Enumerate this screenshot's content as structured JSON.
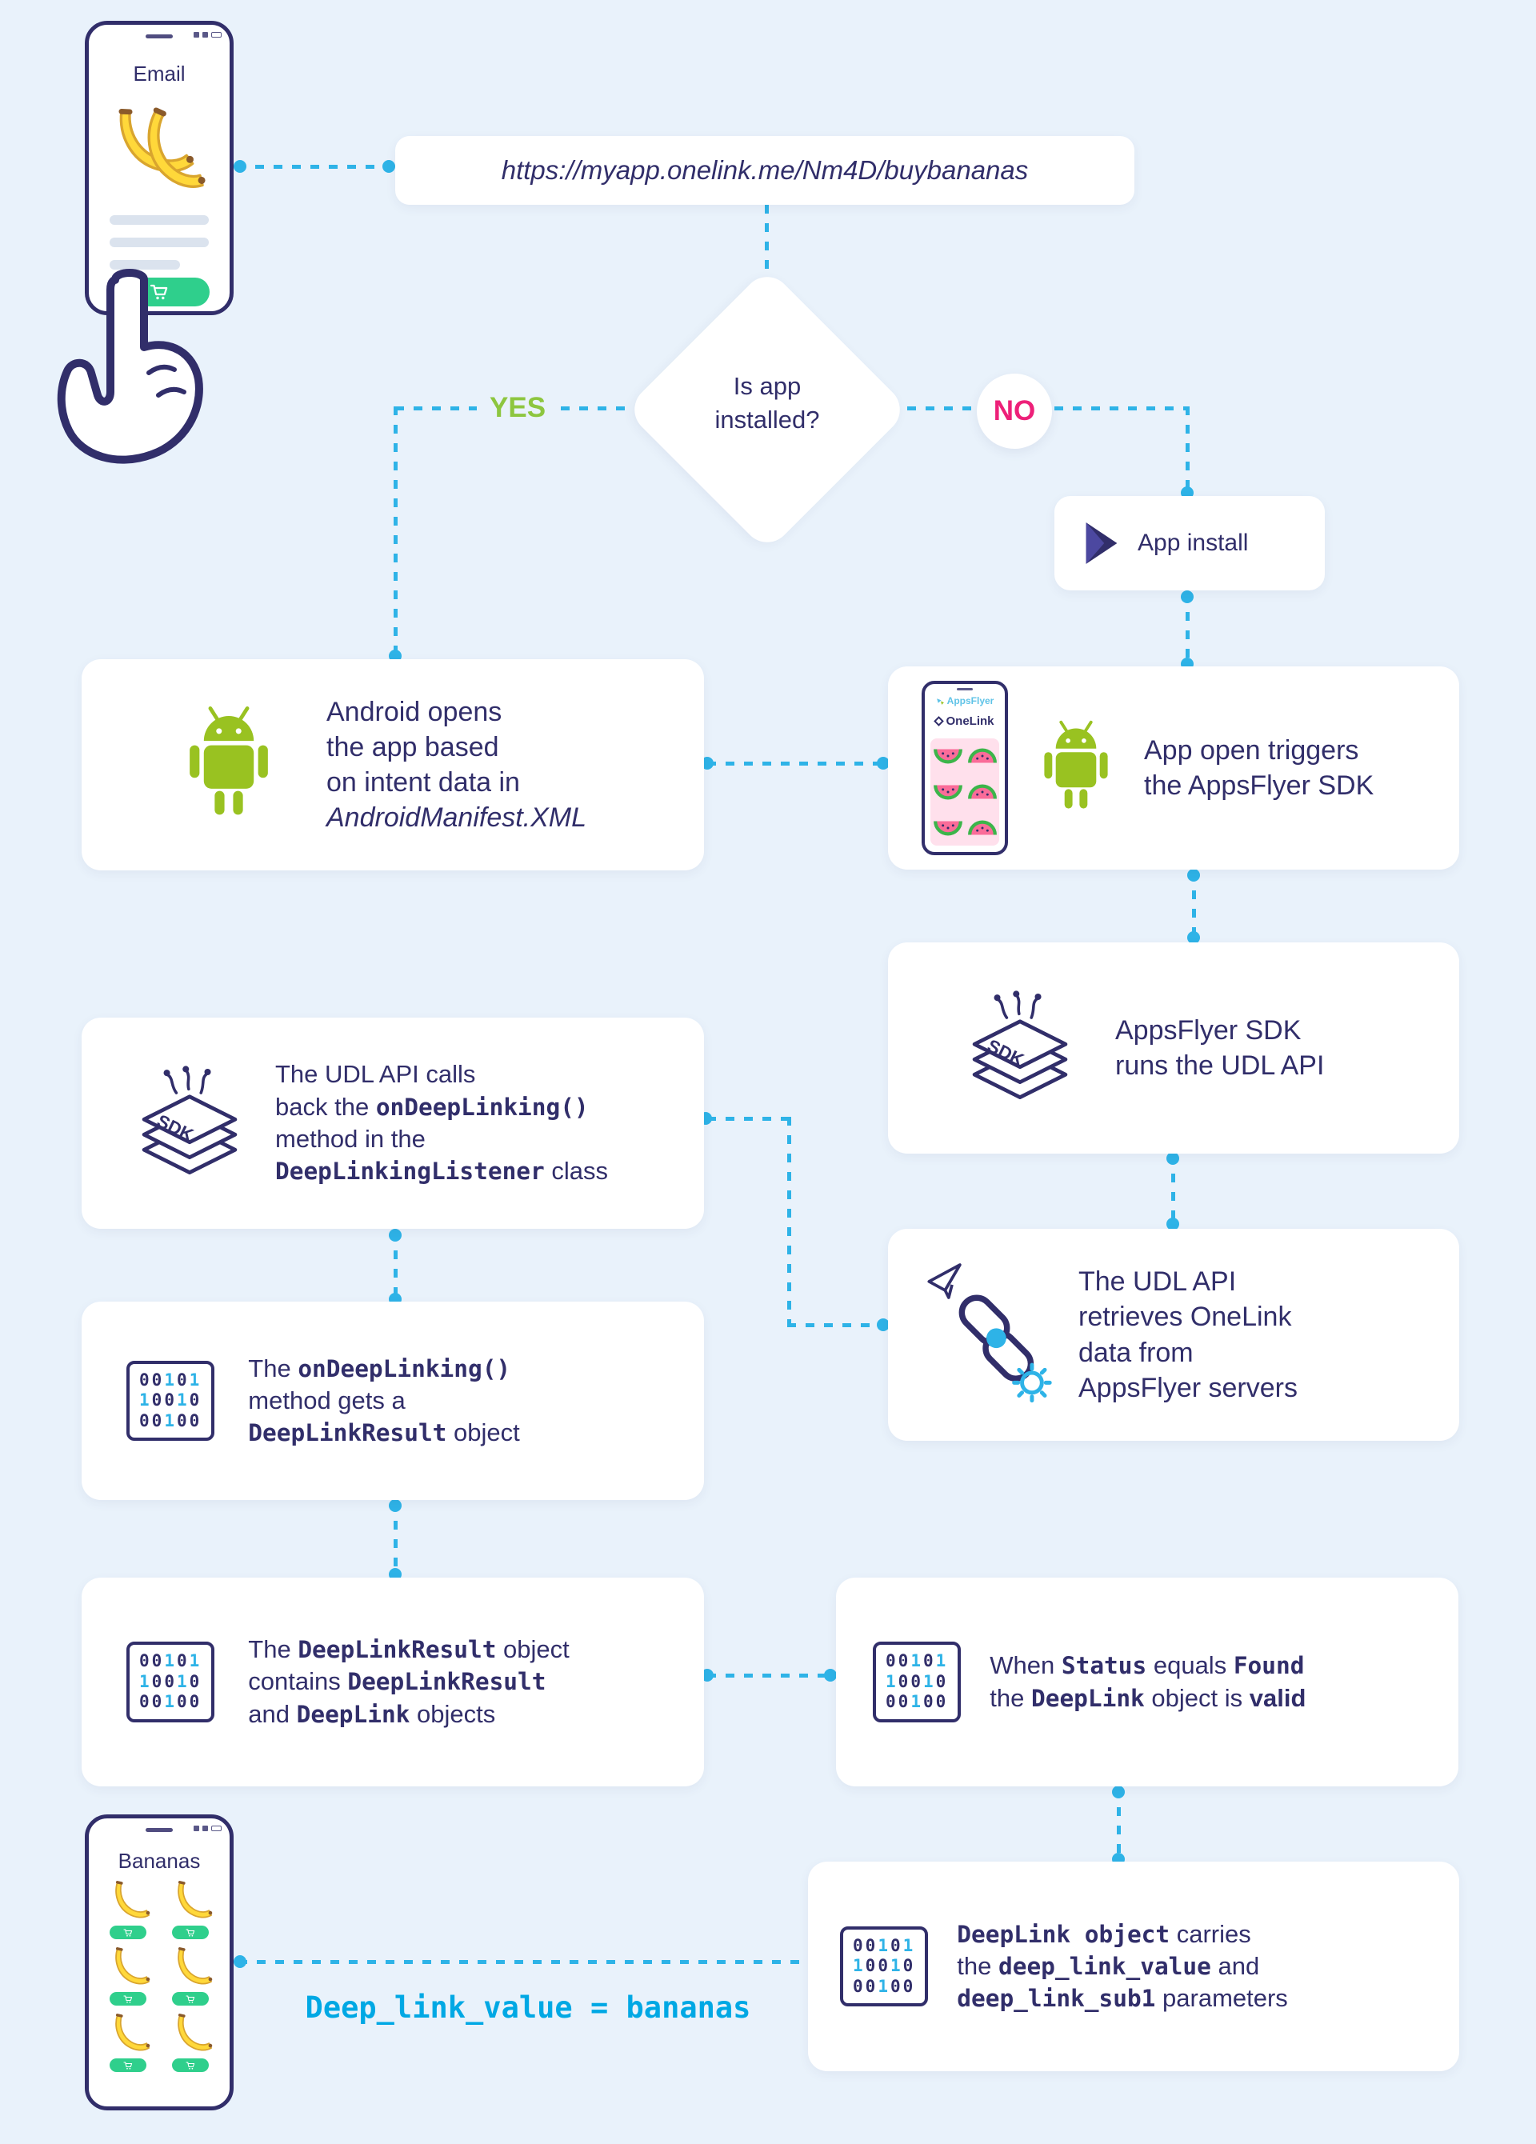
{
  "palette": {
    "background": "#e9f2fb",
    "ink": "#312e6a",
    "connector_cyan": "#2eb3e7",
    "cyan_text": "#00a8e4",
    "yes_green": "#8dc63f",
    "no_pink": "#ed2079",
    "android_green": "#99c221",
    "banana_yellow": "#ffd83a",
    "button_green": "#2fcf8c"
  },
  "email_phone": {
    "title": "Email"
  },
  "url_pill": {
    "text": "https://myapp.onelink.me/Nm4D/buybananas"
  },
  "decision": {
    "question": "Is app\ninstalled?",
    "yes_label": "YES",
    "no_label": "NO"
  },
  "app_install": {
    "label": "App install"
  },
  "af_phone": {
    "brand": "AppsFlyer",
    "product": "OneLink"
  },
  "flow_boxes": {
    "android_opens": {
      "segments": [
        {
          "t": "Android opens\nthe app based\non intent data in\n",
          "s": "p"
        },
        {
          "t": "AndroidManifest.XML",
          "s": "i"
        }
      ]
    },
    "app_open_triggers": {
      "segments": [
        {
          "t": "App open triggers\nthe AppsFlyer SDK",
          "s": "p"
        }
      ]
    },
    "sdk_runs_udl": {
      "segments": [
        {
          "t": "AppsFlyer SDK\nruns the UDL API",
          "s": "p"
        }
      ]
    },
    "udl_callback": {
      "segments": [
        {
          "t": "The UDL API calls\nback the ",
          "s": "p"
        },
        {
          "t": "onDeepLinking()",
          "s": "c"
        },
        {
          "t": "\nmethod in the\n",
          "s": "p"
        },
        {
          "t": "DeepLinkingListener",
          "s": "c"
        },
        {
          "t": " class",
          "s": "p"
        }
      ]
    },
    "udl_retrieves": {
      "segments": [
        {
          "t": "The UDL API\nretrieves OneLink\ndata from\nAppsFlyer servers",
          "s": "p"
        }
      ]
    },
    "gets_result": {
      "segments": [
        {
          "t": "The ",
          "s": "p"
        },
        {
          "t": "onDeepLinking()",
          "s": "c"
        },
        {
          "t": "\nmethod gets a\n",
          "s": "p"
        },
        {
          "t": "DeepLinkResult",
          "s": "c"
        },
        {
          "t": " object",
          "s": "p"
        }
      ]
    },
    "contains_objects": {
      "segments": [
        {
          "t": "The ",
          "s": "p"
        },
        {
          "t": "DeepLinkResult",
          "s": "c"
        },
        {
          "t": " object\ncontains ",
          "s": "p"
        },
        {
          "t": "DeepLinkResult",
          "s": "c"
        },
        {
          "t": "\nand ",
          "s": "p"
        },
        {
          "t": "DeepLink",
          "s": "c"
        },
        {
          "t": " objects",
          "s": "p"
        }
      ]
    },
    "status_found": {
      "segments": [
        {
          "t": "When ",
          "s": "p"
        },
        {
          "t": "Status",
          "s": "c"
        },
        {
          "t": " equals ",
          "s": "p"
        },
        {
          "t": "Found",
          "s": "c"
        },
        {
          "t": "\nthe ",
          "s": "p"
        },
        {
          "t": "DeepLink",
          "s": "c"
        },
        {
          "t": " object is ",
          "s": "p"
        },
        {
          "t": "valid",
          "s": "b"
        }
      ]
    },
    "carries_params": {
      "segments": [
        {
          "t": "DeepLink object",
          "s": "c"
        },
        {
          "t": " carries\nthe ",
          "s": "p"
        },
        {
          "t": "deep_link_value",
          "s": "c"
        },
        {
          "t": " and\n",
          "s": "p"
        },
        {
          "t": "deep_link_sub1",
          "s": "c"
        },
        {
          "t": " parameters",
          "s": "p"
        }
      ]
    }
  },
  "binary_icon": {
    "lines": [
      "00101",
      "10010",
      "00100"
    ]
  },
  "bananas_phone": {
    "title": "Bananas"
  },
  "deep_link_note": {
    "text": "Deep_link_value = bananas"
  }
}
